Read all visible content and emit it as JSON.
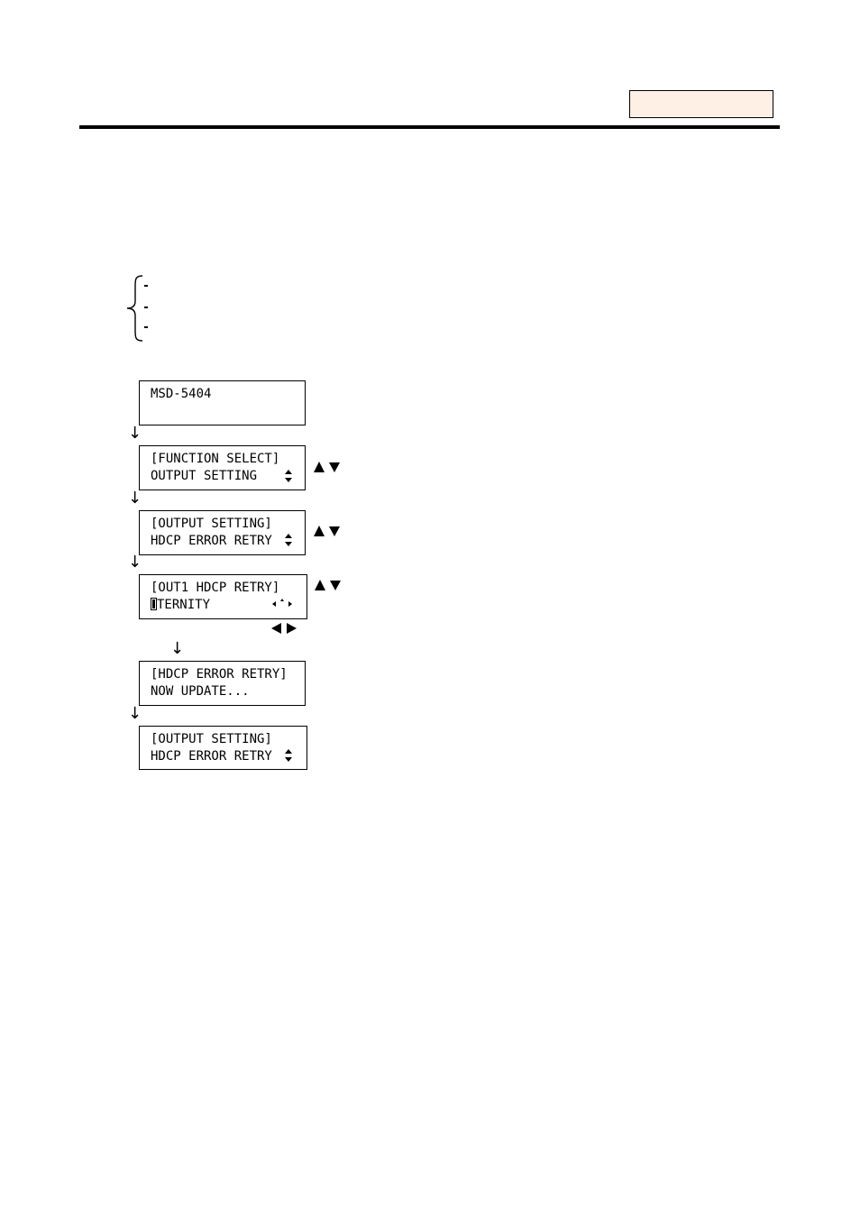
{
  "screens": [
    {
      "line1": "MSD-5404",
      "line2": ""
    },
    {
      "line1": "[FUNCTION SELECT]",
      "line2": "OUTPUT SETTING"
    },
    {
      "line1": "[OUTPUT SETTING]",
      "line2": "HDCP ERROR RETRY"
    },
    {
      "line1": "[OUT1 HDCP RETRY]",
      "line2_cursor_char": "E",
      "line2_rest": "TERNITY"
    },
    {
      "line1": "[HDCP ERROR RETRY]",
      "line2": "NOW UPDATE..."
    },
    {
      "line1": "[OUTPUT SETTING]",
      "line2": "HDCP ERROR RETRY"
    }
  ],
  "flow_arrow_glyph": "↓",
  "icons": {
    "updown": "up-down-icon",
    "keys_up_down": "up-down-keys-icon",
    "keys_left_right": "left-right-keys-icon",
    "cursor_lr": "left-up-right-cursor-icon"
  },
  "colors": {
    "tag_box_fill": "#fff0e6",
    "ink": "#000000"
  }
}
